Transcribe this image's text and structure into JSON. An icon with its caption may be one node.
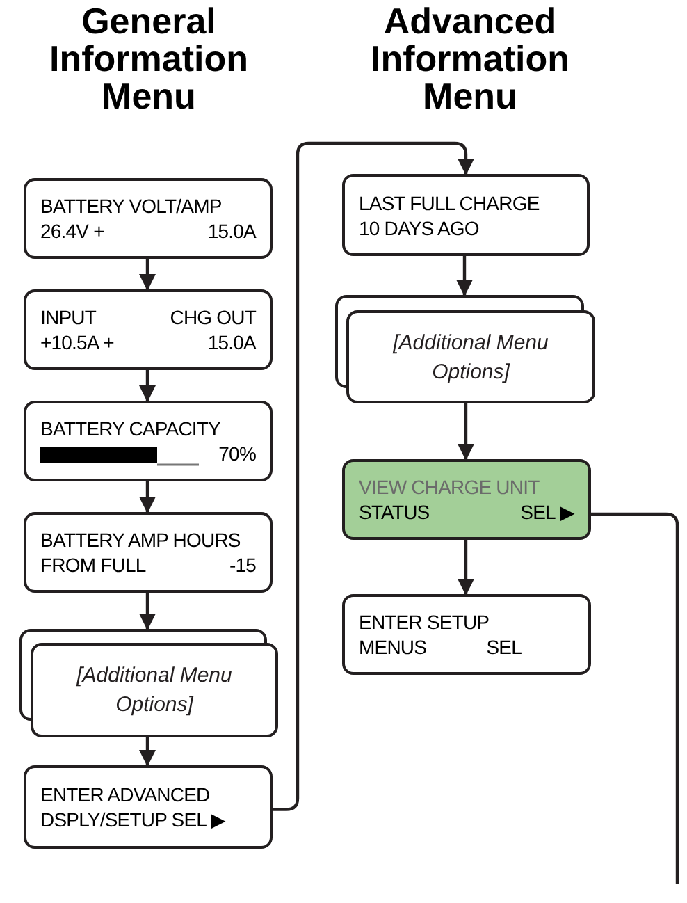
{
  "diagram": {
    "nodes": [
      {
        "text": [
          "BATTERY VOLT/AMP",
          "26.4V +",
          "15.0A"
        ]
      },
      {
        "text": [
          "INPUT",
          "CHG OUT",
          "+10.5A +",
          "15.0A"
        ]
      },
      {
        "text": [
          "BATTERY CAPACITY",
          "70%"
        ]
      },
      {
        "text": [
          "BATTERY AMP HOURS",
          "FROM FULL",
          "-15"
        ]
      },
      {
        "text": [
          "[Additional Menu Options]"
        ]
      },
      {
        "text": [
          "ENTER ADVANCED",
          "DSPLY/SETUP SEL ▶"
        ]
      },
      {
        "text": [
          "LAST FULL CHARGE",
          "10 DAYS AGO"
        ]
      },
      {
        "text": [
          "[Additional Menu Options]"
        ]
      },
      {
        "text": [
          "VIEW CHARGE UNIT",
          "STATUS",
          "SEL ▶"
        ]
      },
      {
        "text": [
          "ENTER SETUP",
          "MENUS",
          "SEL"
        ]
      }
    ],
    "edges": [
      {
        "from": 0,
        "to": 1,
        "arrow": "to"
      },
      {
        "from": 1,
        "to": 2,
        "arrow": "to"
      },
      {
        "from": 2,
        "to": 3,
        "arrow": "to"
      },
      {
        "from": 3,
        "to": 4,
        "arrow": "to"
      },
      {
        "from": 4,
        "to": 5,
        "arrow": "to"
      },
      {
        "from": 5,
        "to": 6,
        "arrow": "to"
      },
      {
        "from": 6,
        "to": 7,
        "arrow": "to"
      },
      {
        "from": 7,
        "to": 8,
        "arrow": "to"
      },
      {
        "from": 8,
        "to": 9,
        "arrow": "to"
      },
      {
        "from": 8,
        "to": null,
        "arrow": "none"
      }
    ],
    "labels": [
      "General Information Menu",
      "Advanced Information Menu"
    ]
  }
}
